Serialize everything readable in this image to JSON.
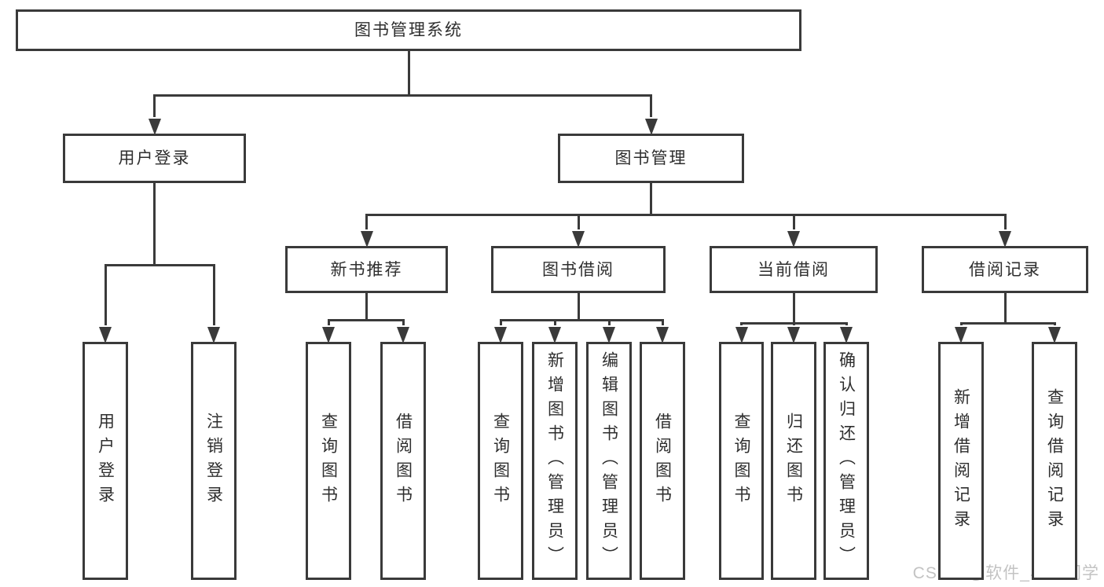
{
  "colors": {
    "line": "#3a3a3a",
    "text": "#2e2e2e",
    "background": "#ffffff",
    "watermark": "#c3c3c3"
  },
  "watermark": {
    "text": "CSDN @软件_小贺同学"
  },
  "diagram": {
    "type": "hierarchy-tree",
    "title": "图书管理系统",
    "nodes": [
      {
        "id": "root",
        "label": "图书管理系统",
        "orientation": "horizontal",
        "level": 1
      },
      {
        "id": "user-login-group",
        "label": "用户登录",
        "orientation": "horizontal",
        "level": 2
      },
      {
        "id": "book-management",
        "label": "图书管理",
        "orientation": "horizontal",
        "level": 2
      },
      {
        "id": "new-book-recommend",
        "label": "新书推荐",
        "orientation": "horizontal",
        "level": 3
      },
      {
        "id": "book-borrow",
        "label": "图书借阅",
        "orientation": "horizontal",
        "level": 3
      },
      {
        "id": "current-borrow",
        "label": "当前借阅",
        "orientation": "horizontal",
        "level": 3
      },
      {
        "id": "borrow-records",
        "label": "借阅记录",
        "orientation": "horizontal",
        "level": 3
      },
      {
        "id": "leaf-user-login",
        "label": "用户登录",
        "orientation": "vertical",
        "level": 4
      },
      {
        "id": "leaf-logout",
        "label": "注销登录",
        "orientation": "vertical",
        "level": 4
      },
      {
        "id": "leaf-query-book-1",
        "label": "查询图书",
        "orientation": "vertical",
        "level": 4
      },
      {
        "id": "leaf-borrow-book-1",
        "label": "借阅图书",
        "orientation": "vertical",
        "level": 4
      },
      {
        "id": "leaf-query-book-2",
        "label": "查询图书",
        "orientation": "vertical",
        "level": 4
      },
      {
        "id": "leaf-add-book",
        "label": "新增图书（管理员）",
        "orientation": "vertical",
        "level": 4
      },
      {
        "id": "leaf-edit-book",
        "label": "编辑图书（管理员）",
        "orientation": "vertical",
        "level": 4
      },
      {
        "id": "leaf-borrow-book-2",
        "label": "借阅图书",
        "orientation": "vertical",
        "level": 4
      },
      {
        "id": "leaf-query-book-3",
        "label": "查询图书",
        "orientation": "vertical",
        "level": 4
      },
      {
        "id": "leaf-return-book",
        "label": "归还图书",
        "orientation": "vertical",
        "level": 4
      },
      {
        "id": "leaf-confirm-return",
        "label": "确认归还（管理员）",
        "orientation": "vertical",
        "level": 4
      },
      {
        "id": "leaf-add-borrow-record",
        "label": "新增借阅记录",
        "orientation": "vertical",
        "level": 4
      },
      {
        "id": "leaf-query-borrow-record",
        "label": "查询借阅记录",
        "orientation": "vertical",
        "level": 4
      }
    ],
    "edges": [
      {
        "from": "root",
        "to": [
          "user-login-group",
          "book-management"
        ]
      },
      {
        "from": "user-login-group",
        "to": [
          "leaf-user-login",
          "leaf-logout"
        ]
      },
      {
        "from": "book-management",
        "to": [
          "new-book-recommend",
          "book-borrow",
          "current-borrow",
          "borrow-records"
        ]
      },
      {
        "from": "new-book-recommend",
        "to": [
          "leaf-query-book-1",
          "leaf-borrow-book-1"
        ]
      },
      {
        "from": "book-borrow",
        "to": [
          "leaf-query-book-2",
          "leaf-add-book",
          "leaf-edit-book",
          "leaf-borrow-book-2"
        ]
      },
      {
        "from": "current-borrow",
        "to": [
          "leaf-query-book-3",
          "leaf-return-book",
          "leaf-confirm-return"
        ]
      },
      {
        "from": "borrow-records",
        "to": [
          "leaf-add-borrow-record",
          "leaf-query-borrow-record"
        ]
      }
    ]
  }
}
